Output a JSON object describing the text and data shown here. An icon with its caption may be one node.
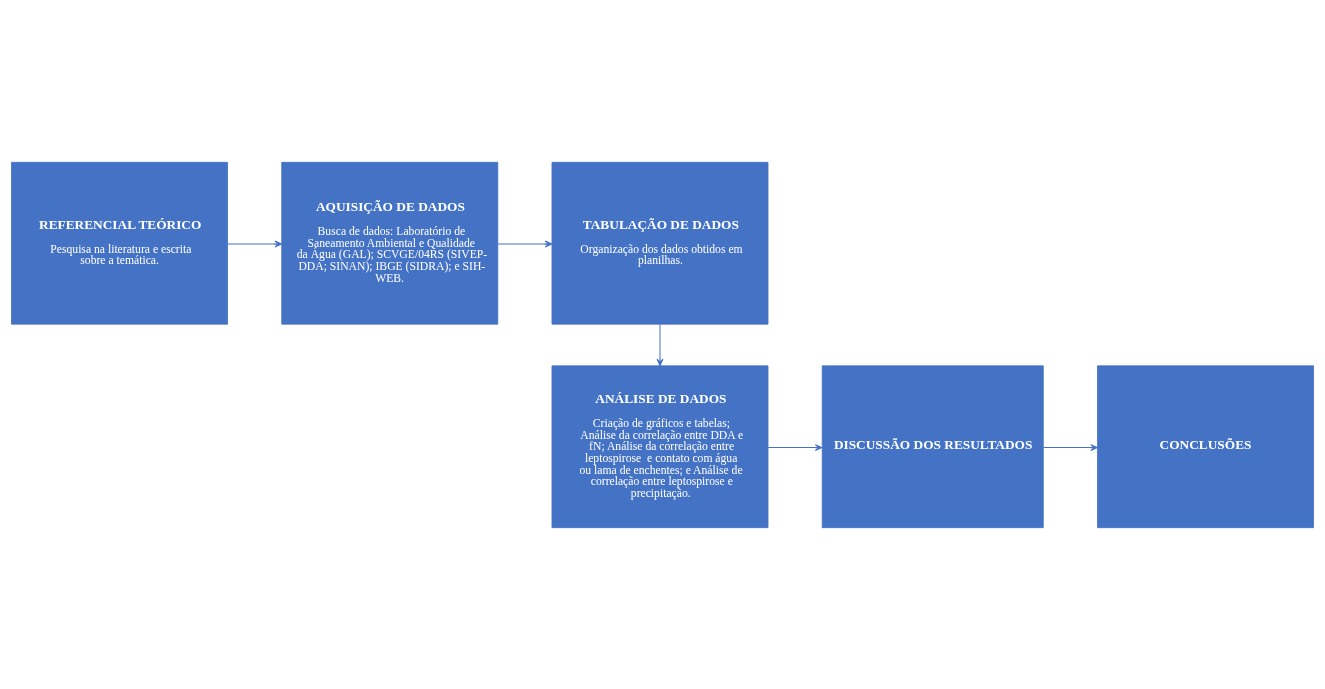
{
  "diagram": {
    "nodes": [
      {
        "text": [
          "REFERENCIAL TEÓRICO",
          "Pesquisa na literatura e escrita sobre a temática."
        ]
      },
      {
        "text": [
          "AQUISIÇÃO DE DADOS",
          "Busca de dados: Laboratório de Saneamento Ambiental e Qualidade da Água (GAL); SCVGE/04RS (SIVEP-DDA; SINAN); IBGE (SIDRA); e SIH-WEB."
        ]
      },
      {
        "text": [
          "TABULAÇÃO DE DADOS",
          "Organização dos dados obtidos em planilhas."
        ]
      },
      {
        "text": [
          "ANÁLISE DE DADOS",
          "Criação de gráficos e tabelas; Análise da correlação entre DDA e fN; Análise da correlação entre leptospirose  e contato com água ou lama de enchentes; e Análise de correlação entre leptospirose e precipitação."
        ]
      },
      {
        "text": [
          "DISCUSSÃO DOS RESULTADOS"
        ]
      },
      {
        "text": [
          "CONCLUSÕES"
        ]
      }
    ],
    "edges": [
      {
        "from": 0,
        "to": 1,
        "arrow": "to"
      },
      {
        "from": 1,
        "to": 2,
        "arrow": "to"
      },
      {
        "from": 2,
        "to": 3,
        "arrow": "to"
      },
      {
        "from": 3,
        "to": 4,
        "arrow": "to"
      },
      {
        "from": 4,
        "to": 5,
        "arrow": "to"
      }
    ]
  }
}
